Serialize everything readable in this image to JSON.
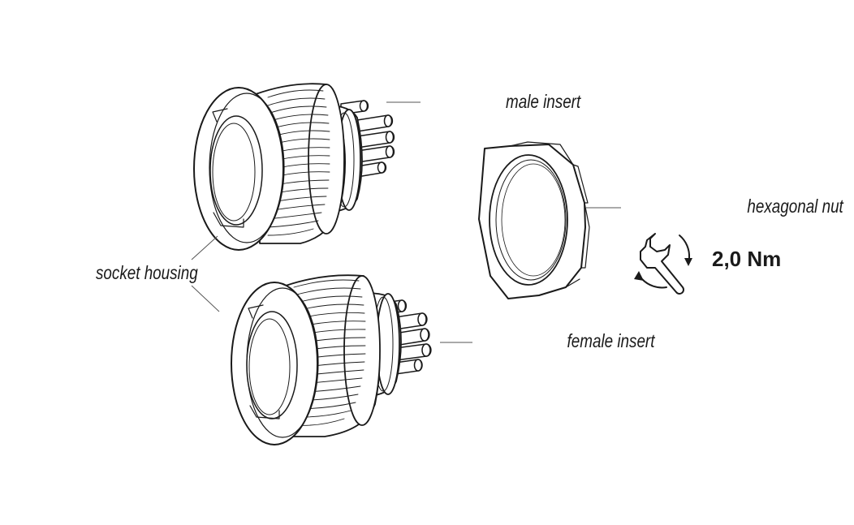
{
  "labels": {
    "male_insert": "male insert",
    "female_insert": "female insert",
    "hexagonal_nut": "hexagonal nut",
    "socket_housing": "socket housing"
  },
  "torque": {
    "value": "2,0 Nm",
    "icon": "wrench-rotate-icon"
  },
  "colors": {
    "line": "#1a1a1a",
    "leader": "#555555",
    "background": "#ffffff"
  }
}
